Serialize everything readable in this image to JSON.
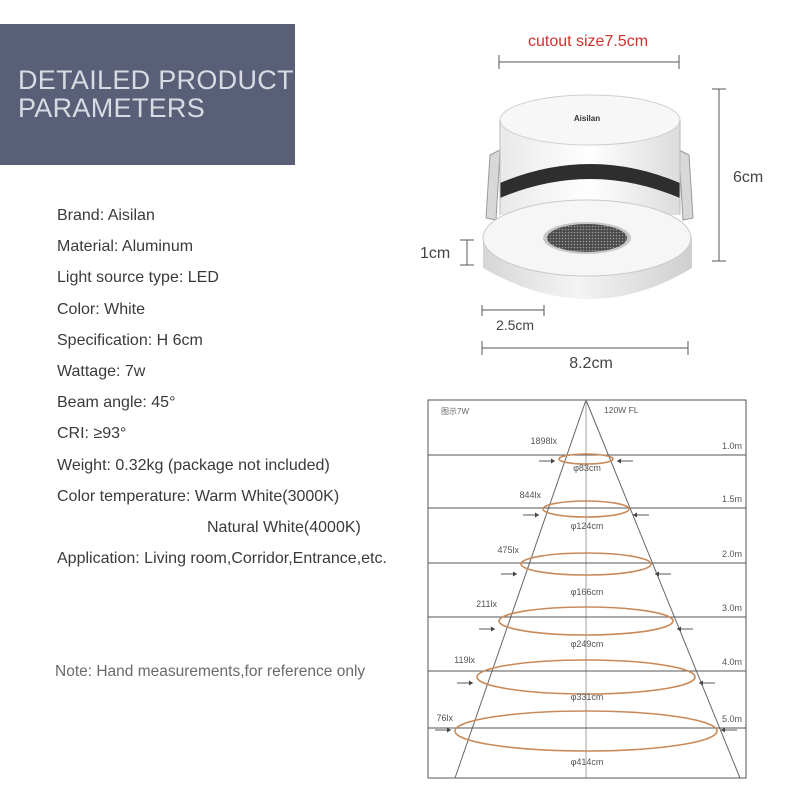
{
  "header": {
    "title_line1": "DETAILED PRODUCT",
    "title_line2": "PARAMETERS"
  },
  "specs": [
    {
      "label": "Brand: Aisilan"
    },
    {
      "label": "Material: Aluminum"
    },
    {
      "label": "Light source type: LED"
    },
    {
      "label": "Color: White"
    },
    {
      "label": "Specification: H 6cm"
    },
    {
      "label": "Wattage: 7w"
    },
    {
      "label": "Beam angle: 45°"
    },
    {
      "label": "CRI: ≥93°"
    },
    {
      "label": "Weight: 0.32kg (package not included)"
    },
    {
      "label": "Color temperature: Warm White(3000K)"
    },
    {
      "label": "Natural White(4000K)"
    },
    {
      "label": "Application: Living room,Corridor,Entrance,etc."
    }
  ],
  "note": "Note: Hand measurements,for reference only",
  "product": {
    "brand_mark": "Aisilan",
    "cutout_label": "cutout size7.5cm",
    "height_label": "6cm",
    "trim_label": "1cm",
    "lens_label": "2.5cm",
    "diameter_label": "8.2cm",
    "accent_color": "#d0312d"
  },
  "beam_diagram": {
    "corner_label": "图示7W",
    "model_label": "120W  FL",
    "curve_color": "#c98a5a",
    "rows": [
      {
        "distance": "1.0m",
        "lux": "1898lx",
        "diameter": "φ83cm"
      },
      {
        "distance": "1.5m",
        "lux": "844lx",
        "diameter": "φ124cm"
      },
      {
        "distance": "2.0m",
        "lux": "475lx",
        "diameter": "φ166cm"
      },
      {
        "distance": "3.0m",
        "lux": "211lx",
        "diameter": "φ249cm"
      },
      {
        "distance": "4.0m",
        "lux": "119lx",
        "diameter": "φ331cm"
      },
      {
        "distance": "5.0m",
        "lux": "76lx",
        "diameter": "φ414cm"
      }
    ]
  }
}
